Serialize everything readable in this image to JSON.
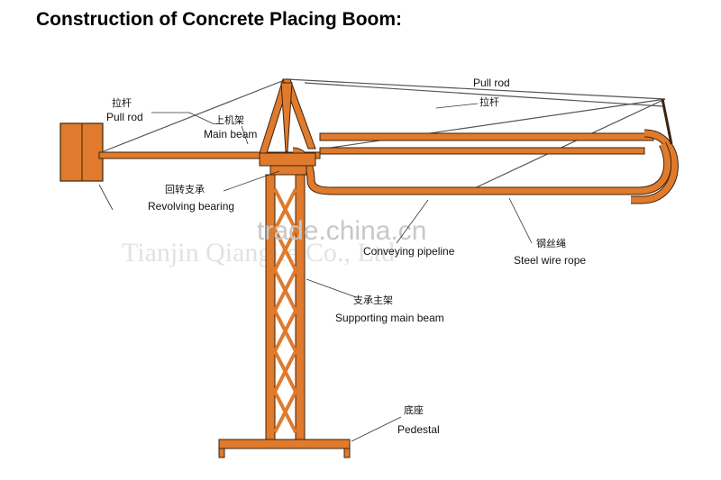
{
  "title": "Construction of Concrete Placing Boom:",
  "colors": {
    "steel": "#e07a2c",
    "outline": "#3a2410",
    "leader": "#333333"
  },
  "labels": {
    "pull_rod_left_cn": "拉杆",
    "pull_rod_left_en": "Pull rod",
    "main_beam_cn": "上机架",
    "main_beam_en": "Main beam",
    "pull_rod_right_en": "Pull rod",
    "pull_rod_right_cn": "拉杆",
    "revolving_bearing_cn": "回转支承",
    "revolving_bearing_en": "Revolving bearing",
    "conveying_pipeline_en": "Conveying pipeline",
    "steel_wire_rope_cn": "钢丝绳",
    "steel_wire_rope_en": "Steel wire rope",
    "supporting_main_beam_cn": "支承主架",
    "supporting_main_beam_en": "Supporting main beam",
    "pedestal_cn": "底座",
    "pedestal_en": "Pedestal"
  },
  "watermark": {
    "site": "trade.china.cn",
    "company": "Tianjin Qiangjie Co., Ltd"
  }
}
